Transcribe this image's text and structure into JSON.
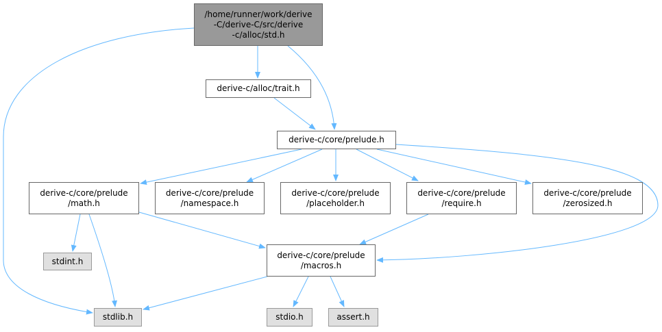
{
  "nodes": {
    "std": "/home/runner/work/derive\n-C/derive-C/src/derive\n-c/alloc/std.h",
    "trait": "derive-c/alloc/trait.h",
    "prelude": "derive-c/core/prelude.h",
    "math": "derive-c/core/prelude\n/math.h",
    "namespace": "derive-c/core/prelude\n/namespace.h",
    "placeholder": "derive-c/core/prelude\n/placeholder.h",
    "require": "derive-c/core/prelude\n/require.h",
    "zerosized": "derive-c/core/prelude\n/zerosized.h",
    "stdint": "stdint.h",
    "macros": "derive-c/core/prelude\n/macros.h",
    "stdlib": "stdlib.h",
    "stdio": "stdio.h",
    "assert": "assert.h"
  },
  "colors": {
    "edge": "#63b8ff",
    "root_fill": "#999999",
    "system_fill": "#e0e0e0"
  }
}
